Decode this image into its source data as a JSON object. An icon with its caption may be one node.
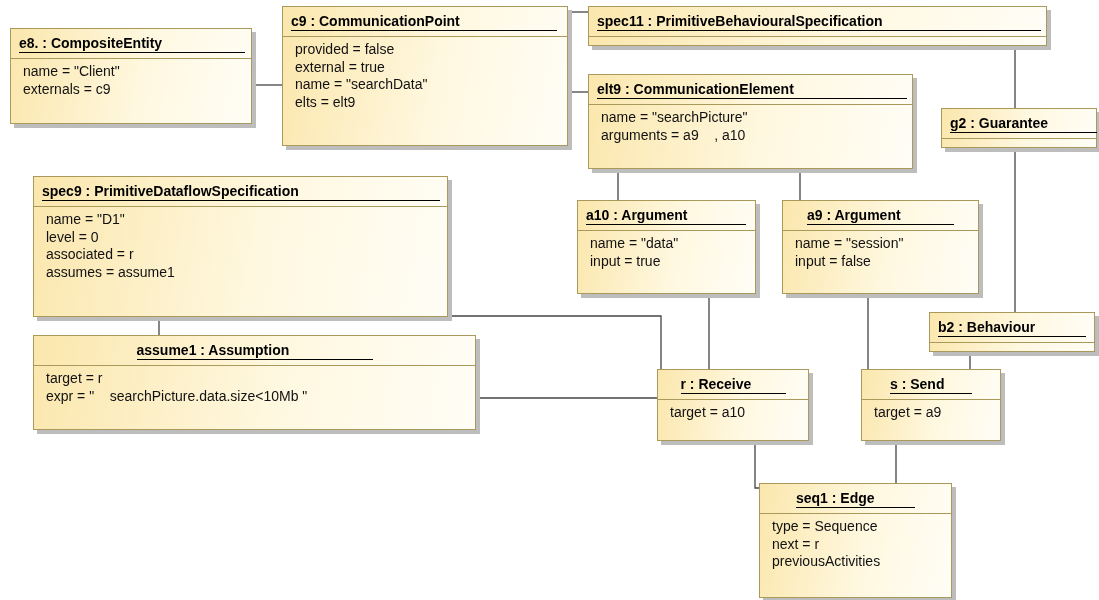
{
  "diagram": {
    "nodes": [
      {
        "text": [
          "e8. : CompositeEntity",
          "name = \"Client\"",
          "externals = c9"
        ]
      },
      {
        "text": [
          "c9 : CommunicationPoint",
          "provided = false",
          "external = true",
          "name = \"searchData\"",
          "elts = elt9"
        ]
      },
      {
        "text": [
          "spec11 : PrimitiveBehaviouralSpecification"
        ]
      },
      {
        "text": [
          "elt9 : CommunicationElement",
          "name = \"searchPicture\"",
          "arguments = a9    , a10"
        ]
      },
      {
        "text": [
          "g2 : Guarantee"
        ]
      },
      {
        "text": [
          "spec9 : PrimitiveDataflowSpecification",
          "name = \"D1\"",
          "level = 0",
          "associated = r",
          "assumes = assume1"
        ]
      },
      {
        "text": [
          "a10 : Argument",
          "name = \"data\"",
          "input = true"
        ]
      },
      {
        "text": [
          "a9 : Argument",
          "name = \"session\"",
          "input = false"
        ]
      },
      {
        "text": [
          "assume1 : Assumption",
          "target = r",
          "expr = \"    searchPicture.data.size<10Mb \""
        ]
      },
      {
        "text": [
          "b2 : Behaviour"
        ]
      },
      {
        "text": [
          "r : Receive",
          "target = a10"
        ]
      },
      {
        "text": [
          "s : Send",
          "target = a9"
        ]
      },
      {
        "text": [
          "seq1 : Edge",
          "type = Sequence",
          "next = r",
          "previousActivities"
        ]
      }
    ],
    "edges": [
      {
        "from": 0,
        "to": 1,
        "arrow": "none"
      },
      {
        "from": 1,
        "to": 2,
        "arrow": "none"
      },
      {
        "from": 1,
        "to": 3,
        "arrow": "none"
      },
      {
        "from": 2,
        "to": 4,
        "arrow": "none"
      },
      {
        "from": 4,
        "to": 9,
        "arrow": "none"
      },
      {
        "from": 3,
        "to": 6,
        "arrow": "none"
      },
      {
        "from": 3,
        "to": 7,
        "arrow": "none"
      },
      {
        "from": 5,
        "to": 10,
        "arrow": "none"
      },
      {
        "from": 5,
        "to": 8,
        "arrow": "none"
      },
      {
        "from": 8,
        "to": 10,
        "arrow": "none"
      },
      {
        "from": 6,
        "to": 10,
        "arrow": "none"
      },
      {
        "from": 7,
        "to": 11,
        "arrow": "none"
      },
      {
        "from": 9,
        "to": 11,
        "arrow": "none"
      },
      {
        "from": 10,
        "to": 12,
        "arrow": "none"
      },
      {
        "from": 11,
        "to": 12,
        "arrow": "none"
      }
    ]
  }
}
